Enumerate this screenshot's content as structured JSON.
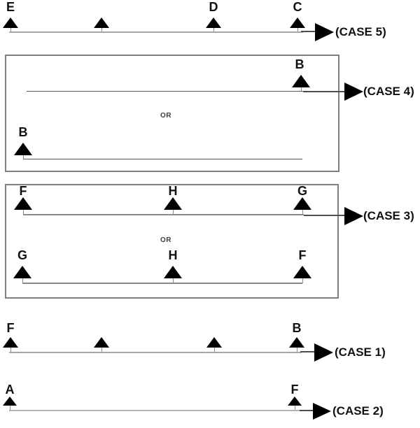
{
  "or_word": "OR",
  "cases": {
    "case5": {
      "arrow_label": "(CASE 5)",
      "marker_labels": [
        "E",
        "",
        "D",
        "C"
      ]
    },
    "case4": {
      "arrow_label": "(CASE 4)",
      "or_label": "OR",
      "option1_marker": "B",
      "option2_marker": "B"
    },
    "case3": {
      "arrow_label": "(CASE 3)",
      "or_label": "OR",
      "option1_markers": [
        "F",
        "H",
        "G"
      ],
      "option2_markers": [
        "G",
        "H",
        "F"
      ]
    },
    "case1": {
      "arrow_label": "(CASE 1)",
      "marker_labels": [
        "F",
        "",
        "",
        "B"
      ]
    },
    "case2": {
      "arrow_label": "(CASE 2)",
      "marker_labels": [
        "A",
        "F"
      ]
    }
  },
  "colors": {
    "marker": "#000000",
    "baseline_light": "#a6a6a6",
    "baseline_dark": "#595959",
    "box_border": "#7f7f7f",
    "arrow": "#000000",
    "or_text": "#3d3d3d"
  }
}
